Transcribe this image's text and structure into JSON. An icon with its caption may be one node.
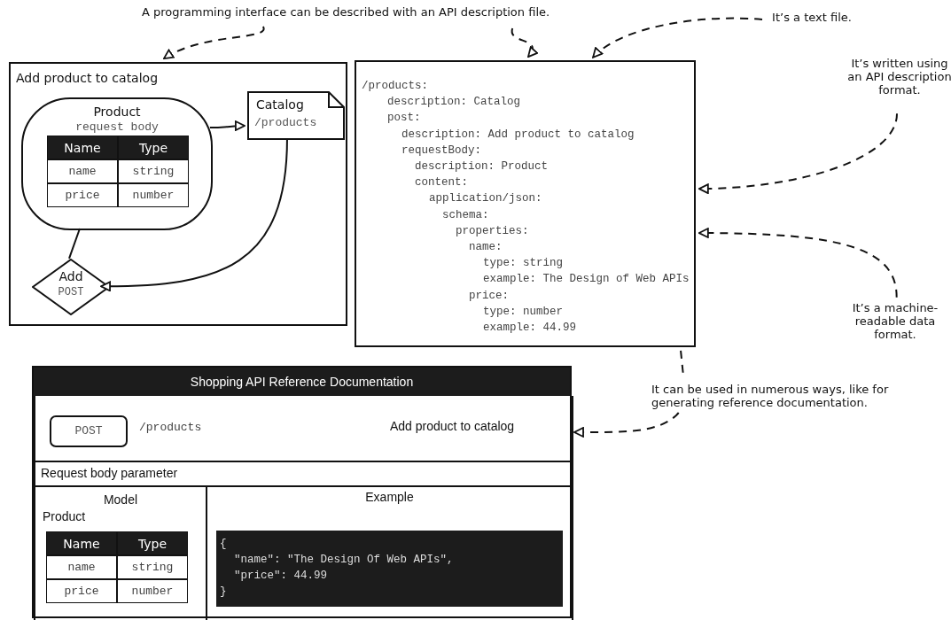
{
  "diagram": {
    "nodes": [
      {
        "text": [
          "Add product to catalog"
        ]
      },
      {
        "text": [
          "Product",
          "request body"
        ],
        "in": 0
      },
      {
        "text": [
          "Catalog",
          "/products"
        ],
        "in": 0
      },
      {
        "text": [
          "Add",
          "POST"
        ],
        "in": 0
      },
      {
        "text": [
          "/products:",
          "description: Catalog",
          "post:",
          "description: Add product to catalog",
          "requestBody:",
          "description: Product",
          "content:",
          "application/json:",
          "schema:",
          "properties:",
          "name:",
          "type: string",
          "example: The Design of Web APIs",
          "price:",
          "type: number",
          "example: 44.99"
        ]
      },
      {
        "text": [
          "A programming interface can be described with an API description file."
        ]
      },
      {
        "text": [
          "It’s a text file."
        ]
      },
      {
        "text": [
          "It’s written using an API description format."
        ]
      },
      {
        "text": [
          "It’s a machine-readable data format."
        ]
      },
      {
        "text": [
          "It can be used in numerous ways, like for generating reference documentation."
        ]
      },
      {
        "text": [
          "Shopping API Reference Documentation"
        ]
      },
      {
        "text": [
          "/products",
          "Add product to catalog"
        ],
        "in": 10
      },
      {
        "text": [
          "POST"
        ],
        "in": 11
      },
      {
        "text": [
          "Request body parameter"
        ],
        "in": 10
      },
      {
        "text": [
          "Model",
          "Product"
        ],
        "in": 10
      },
      {
        "text": [
          "Example"
        ],
        "in": 10
      },
      {
        "text": [
          "{",
          "\"name\": \"The Design Of Web APIs\",",
          "\"price\": 44.99",
          "}"
        ],
        "in": 15
      }
    ],
    "edges": [
      {
        "from": 1,
        "to": 2,
        "arrow": "to"
      },
      {
        "from": 1,
        "to": 3,
        "arrow": "none"
      },
      {
        "from": 2,
        "to": 3,
        "arrow": "to"
      },
      {
        "from": 5,
        "to": 0,
        "arrow": "to",
        "style": "dashed"
      },
      {
        "from": 5,
        "to": 4,
        "arrow": "to",
        "style": "dashed"
      },
      {
        "from": 6,
        "to": 4,
        "arrow": "to",
        "style": "dashed"
      },
      {
        "from": 7,
        "to": 4,
        "arrow": "to",
        "style": "dashed"
      },
      {
        "from": 8,
        "to": 4,
        "arrow": "to",
        "style": "dashed"
      },
      {
        "from": 4,
        "to": 9,
        "arrow": "none",
        "style": "dashed"
      },
      {
        "from": 9,
        "to": 10,
        "arrow": "to",
        "style": "dashed"
      }
    ],
    "labels": [
      "Name",
      "Type",
      "name",
      "string",
      "price",
      "number",
      "Name",
      "Type",
      "name",
      "string",
      "price",
      "number"
    ]
  }
}
